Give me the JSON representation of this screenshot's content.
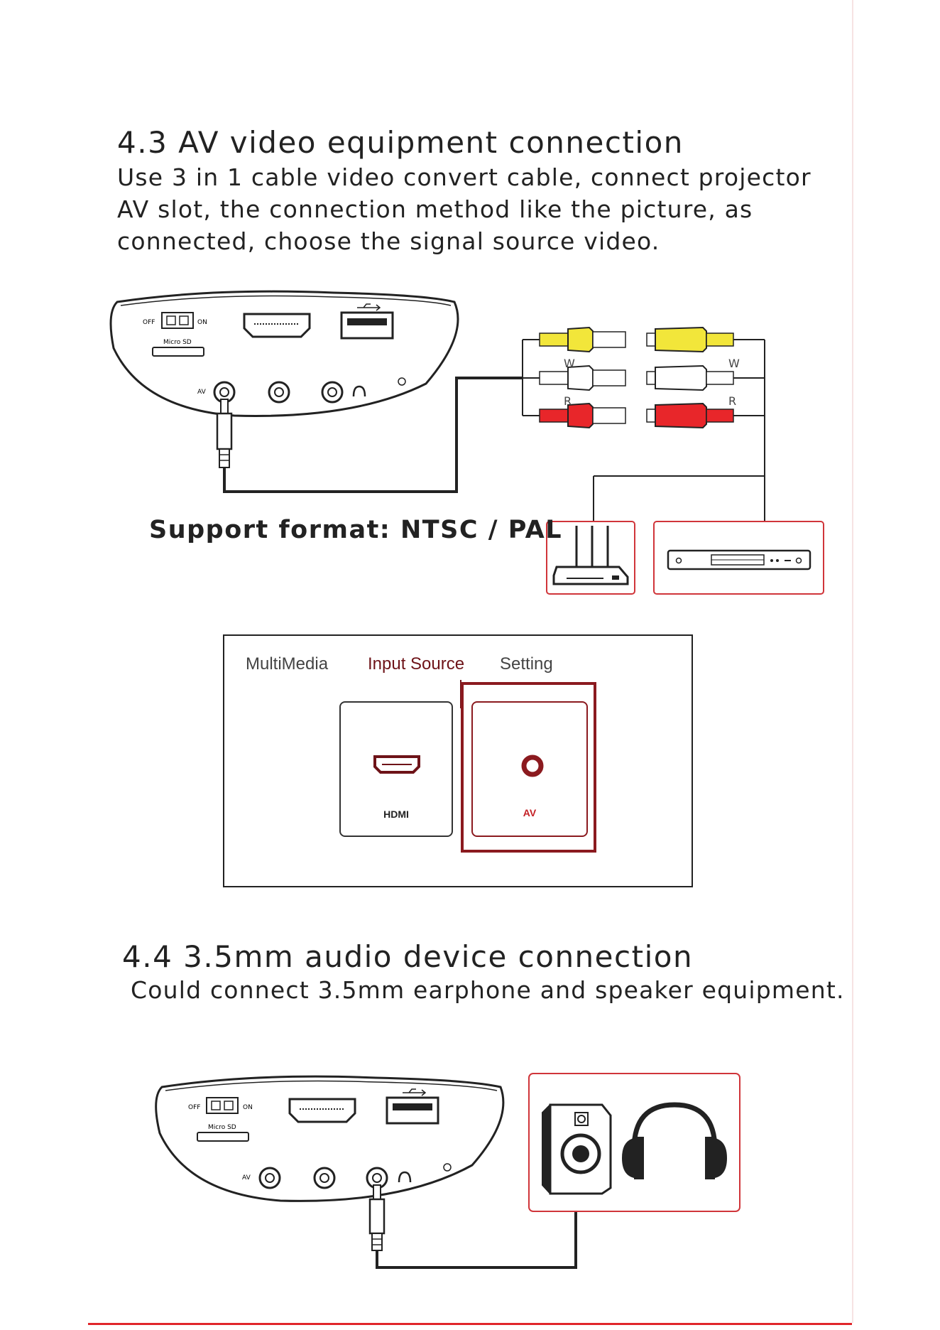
{
  "sections": [
    {
      "heading": "4.3   AV video equipment connection",
      "paragraph": [
        "Use 3 in 1 cable video convert cable, connect projector",
        "AV slot, the connection method like the picture, as",
        "connected, choose the signal source video."
      ]
    },
    {
      "heading": "4.4   3.5mm audio device connection",
      "paragraph": [
        "Could connect 3.5mm earphone and speaker equipment."
      ]
    }
  ],
  "support_format": "Support format:  NTSC / PAL",
  "device_panel": {
    "switch_off": "OFF",
    "switch_on": "ON",
    "microsd": "Micro SD",
    "av": "AV"
  },
  "cable_labels": {
    "white": "W",
    "red": "R"
  },
  "menu": {
    "tabs": [
      "MultiMedia",
      "Input Source",
      "Setting"
    ],
    "tiles": [
      {
        "label": "HDMI",
        "icon": "hdmi-icon"
      },
      {
        "label": "AV",
        "icon": "av-icon"
      }
    ]
  },
  "colors": {
    "accent_red": "#e0262b",
    "menu_selected": "#8b1a1f",
    "rca_yellow": "#f2e63a",
    "rca_red": "#e8262a"
  }
}
